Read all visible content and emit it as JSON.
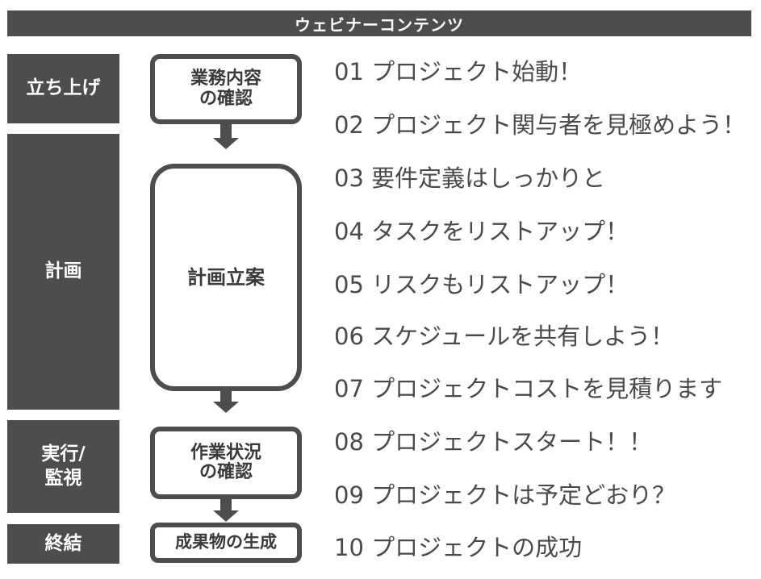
{
  "header": {
    "title": "ウェビナーコンテンツ"
  },
  "phases": [
    {
      "label": "立ち上げ"
    },
    {
      "label": "計画"
    },
    {
      "label_line1": "実行/",
      "label_line2": "監視"
    },
    {
      "label": "終結"
    }
  ],
  "process_boxes": [
    {
      "line1": "業務内容",
      "line2": "の確認"
    },
    {
      "line1": "計画立案"
    },
    {
      "line1": "作業状況",
      "line2": "の確認"
    },
    {
      "line1": "成果物の生成"
    }
  ],
  "items": [
    "01 プロジェクト始動！",
    "02 プロジェクト関与者を見極めよう！",
    "03 要件定義はしっかりと",
    "04 タスクをリストアップ！",
    "05 リスクもリストアップ！",
    "06 スケジュールを共有しよう！",
    "07 プロジェクトコストを見積ります",
    "08 プロジェクトスタート！！",
    "09 プロジェクトは予定どおり？",
    "10 プロジェクトの成功"
  ],
  "colors": {
    "dark": "#4d4d4d",
    "text": "#4a4a4a",
    "background": "#ffffff"
  }
}
